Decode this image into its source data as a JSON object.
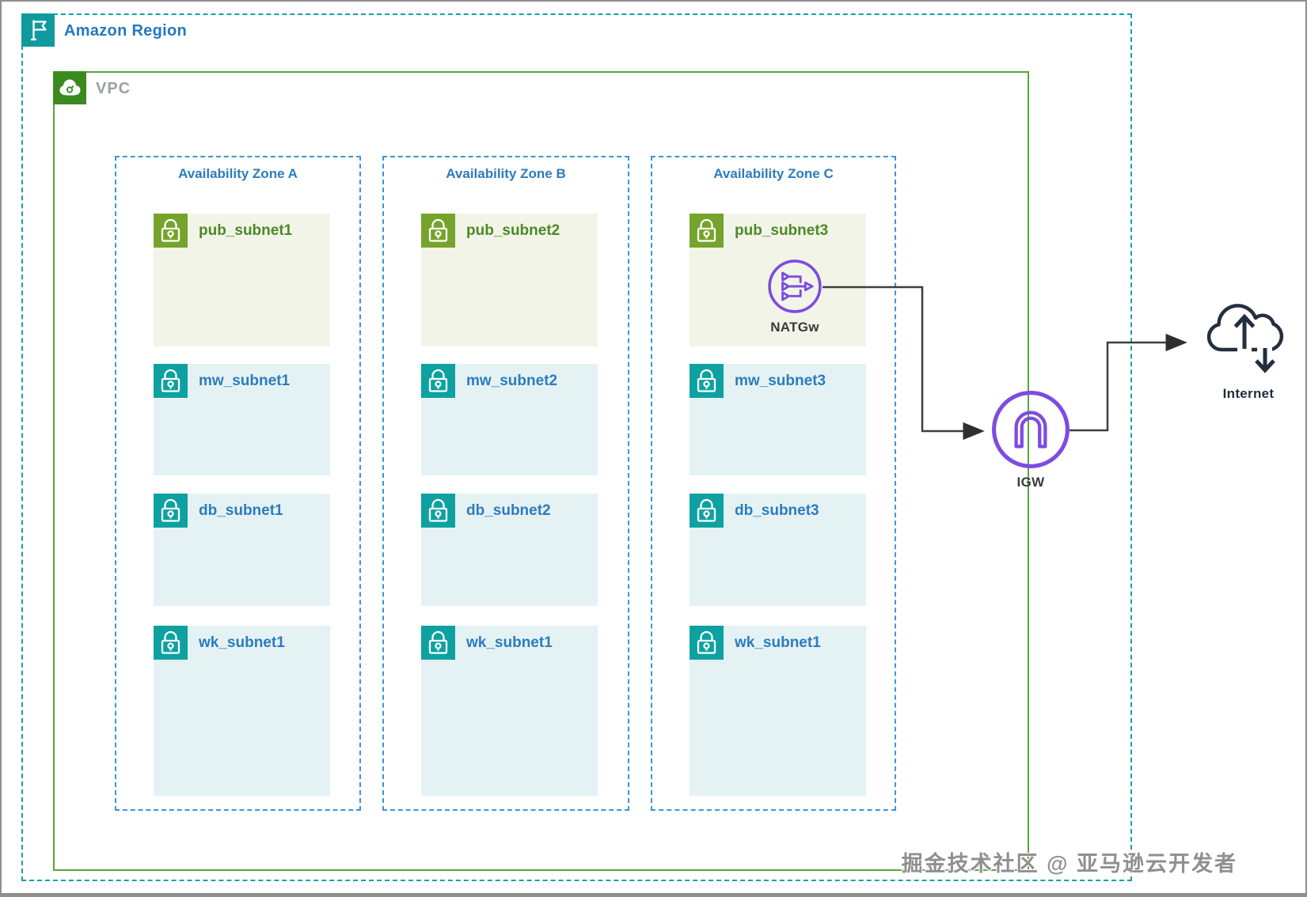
{
  "region": {
    "label": "Amazon Region"
  },
  "vpc": {
    "label": "VPC"
  },
  "availability_zones": [
    {
      "label": "Availability Zone A",
      "subnets": [
        {
          "name": "pub_subnet1",
          "type": "public"
        },
        {
          "name": "mw_subnet1",
          "type": "private"
        },
        {
          "name": "db_subnet1",
          "type": "private"
        },
        {
          "name": "wk_subnet1",
          "type": "private"
        }
      ]
    },
    {
      "label": "Availability Zone B",
      "subnets": [
        {
          "name": "pub_subnet2",
          "type": "public"
        },
        {
          "name": "mw_subnet2",
          "type": "private"
        },
        {
          "name": "db_subnet2",
          "type": "private"
        },
        {
          "name": "wk_subnet1",
          "type": "private"
        }
      ]
    },
    {
      "label": "Availability Zone C",
      "subnets": [
        {
          "name": "pub_subnet3",
          "type": "public"
        },
        {
          "name": "mw_subnet3",
          "type": "private"
        },
        {
          "name": "db_subnet3",
          "type": "private"
        },
        {
          "name": "wk_subnet1",
          "type": "private"
        }
      ]
    }
  ],
  "gateways": {
    "natgw": {
      "label": "NATGw"
    },
    "igw": {
      "label": "IGW"
    }
  },
  "internet": {
    "label": "Internet"
  },
  "watermark": {
    "text": "掘金技术社区 @ 亚马逊云开发者"
  },
  "colors": {
    "region_border": "#18a1a4",
    "region_badge": "#0f9a9d",
    "region_label": "#2578bd",
    "vpc_border": "#58a53e",
    "vpc_badge": "#3b8a1f",
    "az_border": "#3e96d6",
    "az_label": "#2b7cbe",
    "public_subnet_bg": "#f2f4e7",
    "public_subnet_badge": "#75a32b",
    "public_subnet_label": "#4c8a28",
    "private_subnet_bg": "#e5f2f4",
    "private_subnet_badge": "#0ea1a1",
    "private_subnet_label": "#2b7cbe",
    "gateway_purple": "#7d4ce0",
    "internet_dark": "#232f3e",
    "connector": "#3f3f3f"
  }
}
